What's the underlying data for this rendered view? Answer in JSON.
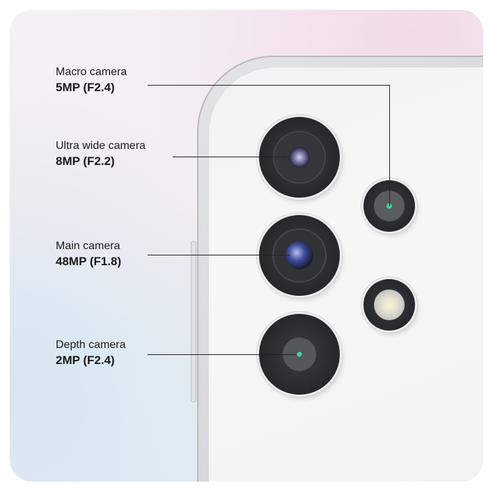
{
  "cameras": [
    {
      "name": "Macro camera",
      "spec": "5MP (F2.4)"
    },
    {
      "name": "Ultra wide camera",
      "spec": "8MP (F2.2)"
    },
    {
      "name": "Main camera",
      "spec": "48MP (F1.8)"
    },
    {
      "name": "Depth camera",
      "spec": "2MP (F2.4)"
    }
  ]
}
